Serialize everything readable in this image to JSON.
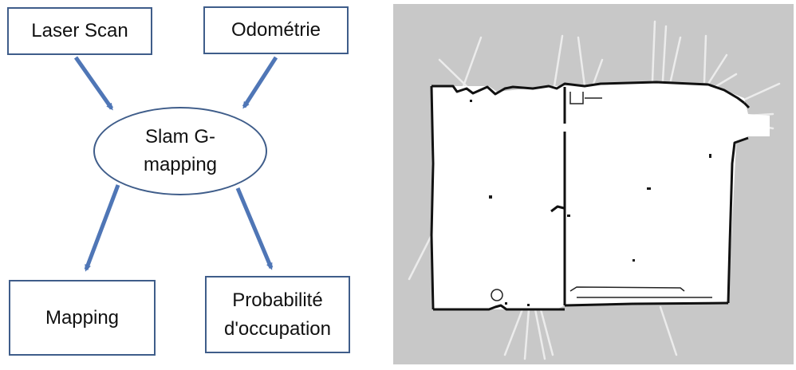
{
  "diagram": {
    "nodes": {
      "laser_scan": "Laser Scan",
      "odometrie": "Odométrie",
      "slam": "Slam G-mapping",
      "mapping": "Mapping",
      "probabilite": "Probabilité d'occupation"
    },
    "edges": [
      {
        "from": "laser_scan",
        "to": "slam"
      },
      {
        "from": "odometrie",
        "to": "slam"
      },
      {
        "from": "slam",
        "to": "mapping"
      },
      {
        "from": "slam",
        "to": "probabilite"
      }
    ]
  },
  "colors": {
    "arrow": "#4f76b6",
    "box_border": "#3f5d8a",
    "map_background": "#c8c8c8",
    "map_free": "#ffffff",
    "map_walls": "#111111"
  }
}
